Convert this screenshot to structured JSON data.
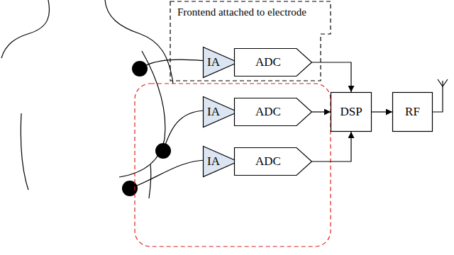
{
  "diagram": {
    "nodes": [
      {
        "text": [
          "Frontend attached to electrode"
        ]
      },
      {
        "text": [
          "IA"
        ],
        "in": 0
      },
      {
        "text": [
          "ADC"
        ],
        "in": 0
      },
      {
        "text": [
          "IA"
        ]
      },
      {
        "text": [
          "ADC"
        ]
      },
      {
        "text": [
          "IA"
        ]
      },
      {
        "text": [
          "ADC"
        ]
      },
      {
        "text": [
          "DSP"
        ]
      },
      {
        "text": [
          "RF"
        ]
      }
    ],
    "edges": [
      {
        "from": 1,
        "to": 2,
        "arrow": "none"
      },
      {
        "from": 3,
        "to": 4,
        "arrow": "none"
      },
      {
        "from": 5,
        "to": 6,
        "arrow": "none"
      },
      {
        "from": 2,
        "to": 7,
        "arrow": "to"
      },
      {
        "from": 4,
        "to": 7,
        "arrow": "to"
      },
      {
        "from": 6,
        "to": 7,
        "arrow": "to"
      },
      {
        "from": 7,
        "to": 8,
        "arrow": "to"
      }
    ]
  }
}
